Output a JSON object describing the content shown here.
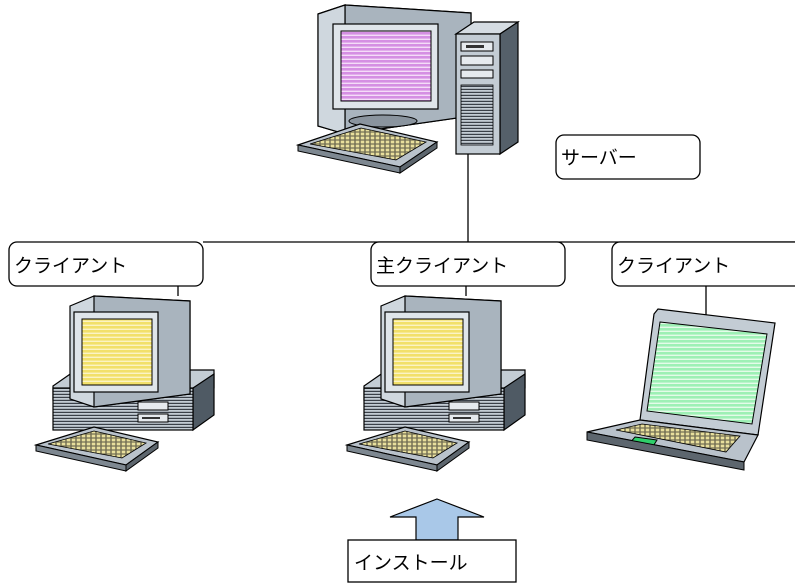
{
  "labels": {
    "server": "サーバー",
    "client_left": "クライアント",
    "client_main": "主クライアント",
    "client_right": "クライアント",
    "install": "インストール"
  },
  "colors": {
    "server_screen": "#d58fe3",
    "client_screen": "#f2e06a",
    "laptop_screen": "#9ef0b5",
    "case": "#c3ccd4",
    "keyboard_keys": "#e8df9c",
    "touchpad": "#2fcf6a",
    "arrow": "#a9c8e8"
  },
  "icons": [
    "server-computer-icon",
    "desktop-computer-icon",
    "laptop-computer-icon",
    "up-arrow-icon"
  ]
}
